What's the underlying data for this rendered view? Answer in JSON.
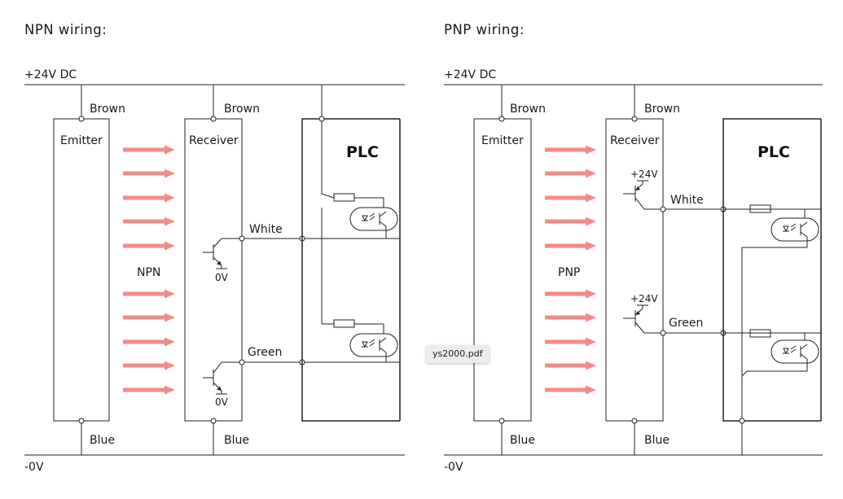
{
  "npn": {
    "title": "NPN wiring:",
    "supply_label": "+24V DC",
    "ground_label": "-0V",
    "emitter_brown": "Brown",
    "receiver_brown": "Brown",
    "emitter_label": "Emitter",
    "receiver_label": "Receiver",
    "type_label": "NPN",
    "white_label": "White",
    "green_label": "Green",
    "zero_v_1": "0V",
    "zero_v_2": "0V",
    "emitter_blue": "Blue",
    "receiver_blue": "Blue",
    "plc_label": "PLC"
  },
  "pnp": {
    "title": "PNP wiring:",
    "supply_label": "+24V DC",
    "ground_label": "-0V",
    "emitter_brown": "Brown",
    "receiver_brown": "Brown",
    "emitter_label": "Emitter",
    "receiver_label": "Receiver",
    "type_label": "PNP",
    "white_label": "White",
    "green_label": "Green",
    "plus24_1": "+24V",
    "plus24_2": "+24V",
    "emitter_blue": "Blue",
    "receiver_blue": "Blue",
    "plc_label": "PLC"
  },
  "tooltip": {
    "text": "ys2000.pdf"
  },
  "colors": {
    "beam_arrow": "#f28b8b",
    "line": "#222222"
  }
}
